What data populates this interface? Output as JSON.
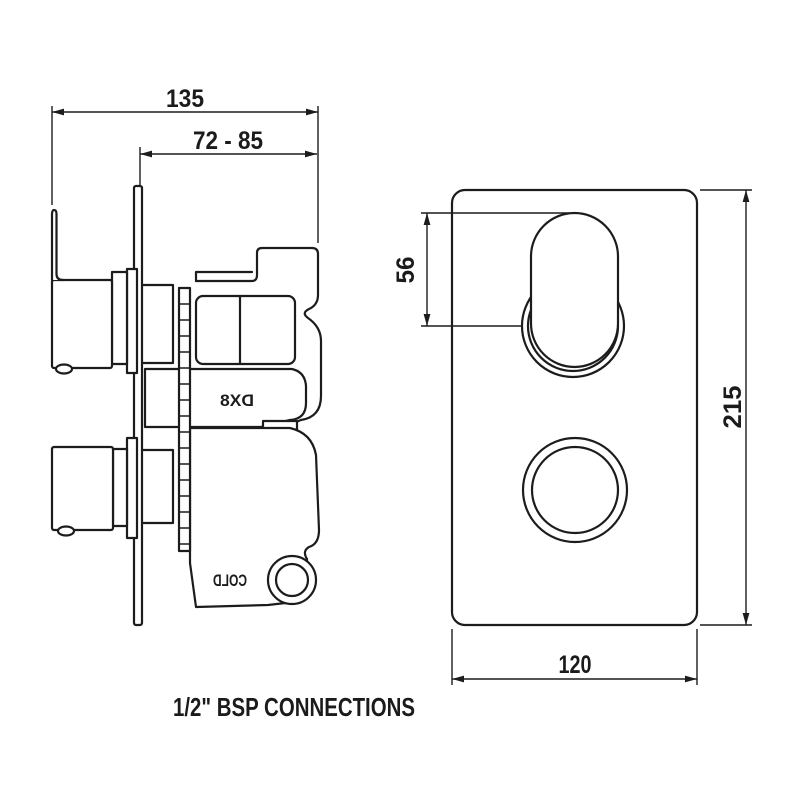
{
  "drawing": {
    "caption": "1/2\" BSP CONNECTIONS",
    "dimensions": {
      "overall_depth_mm": "135",
      "adjustable_depth_mm": "72 - 85",
      "handle_offset_mm": "56",
      "plate_height_mm": "215",
      "plate_width_mm": "120"
    },
    "side_view": {
      "cast_label_upper": "DX8",
      "cast_label_lower": "COLD"
    },
    "colors": {
      "line": "#1c1c1c",
      "background": "#ffffff"
    }
  }
}
